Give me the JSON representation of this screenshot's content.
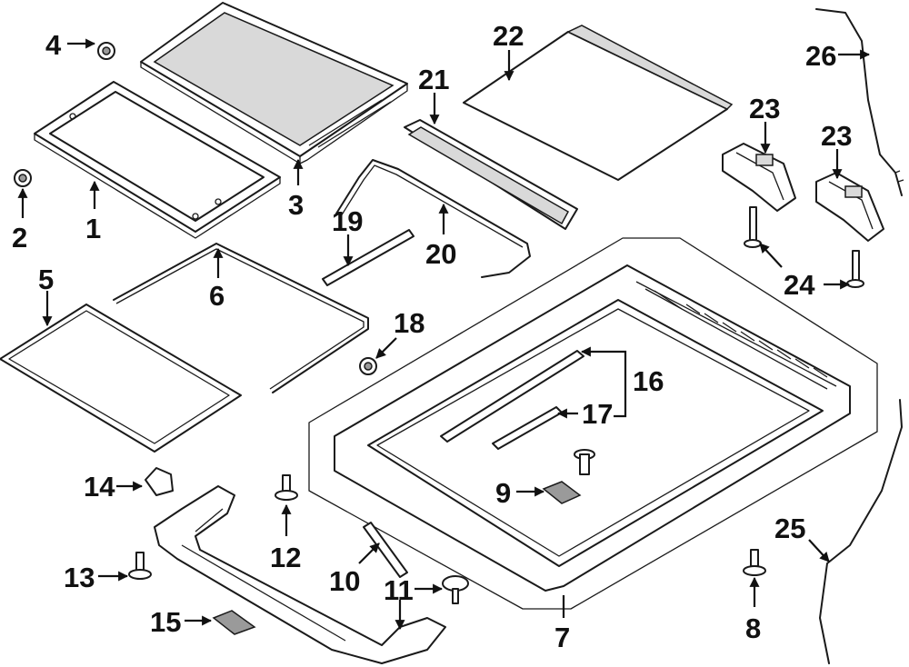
{
  "callouts": [
    {
      "id": "1",
      "text": "1"
    },
    {
      "id": "2",
      "text": "2"
    },
    {
      "id": "3",
      "text": "3"
    },
    {
      "id": "4",
      "text": "4"
    },
    {
      "id": "5",
      "text": "5"
    },
    {
      "id": "6",
      "text": "6"
    },
    {
      "id": "7",
      "text": "7"
    },
    {
      "id": "8",
      "text": "8"
    },
    {
      "id": "9",
      "text": "9"
    },
    {
      "id": "10",
      "text": "10"
    },
    {
      "id": "11",
      "text": "11"
    },
    {
      "id": "12",
      "text": "12"
    },
    {
      "id": "13",
      "text": "13"
    },
    {
      "id": "14",
      "text": "14"
    },
    {
      "id": "15",
      "text": "15"
    },
    {
      "id": "16",
      "text": "16"
    },
    {
      "id": "17",
      "text": "17"
    },
    {
      "id": "18",
      "text": "18"
    },
    {
      "id": "19",
      "text": "19"
    },
    {
      "id": "20",
      "text": "20"
    },
    {
      "id": "21",
      "text": "21"
    },
    {
      "id": "22",
      "text": "22"
    },
    {
      "id": "23a",
      "text": "23"
    },
    {
      "id": "23b",
      "text": "23"
    },
    {
      "id": "24",
      "text": "24"
    },
    {
      "id": "25",
      "text": "25"
    },
    {
      "id": "26",
      "text": "26"
    }
  ],
  "colors": {
    "line": "#1a1a1a",
    "background": "#ffffff",
    "shade": "#d9d9d9"
  }
}
